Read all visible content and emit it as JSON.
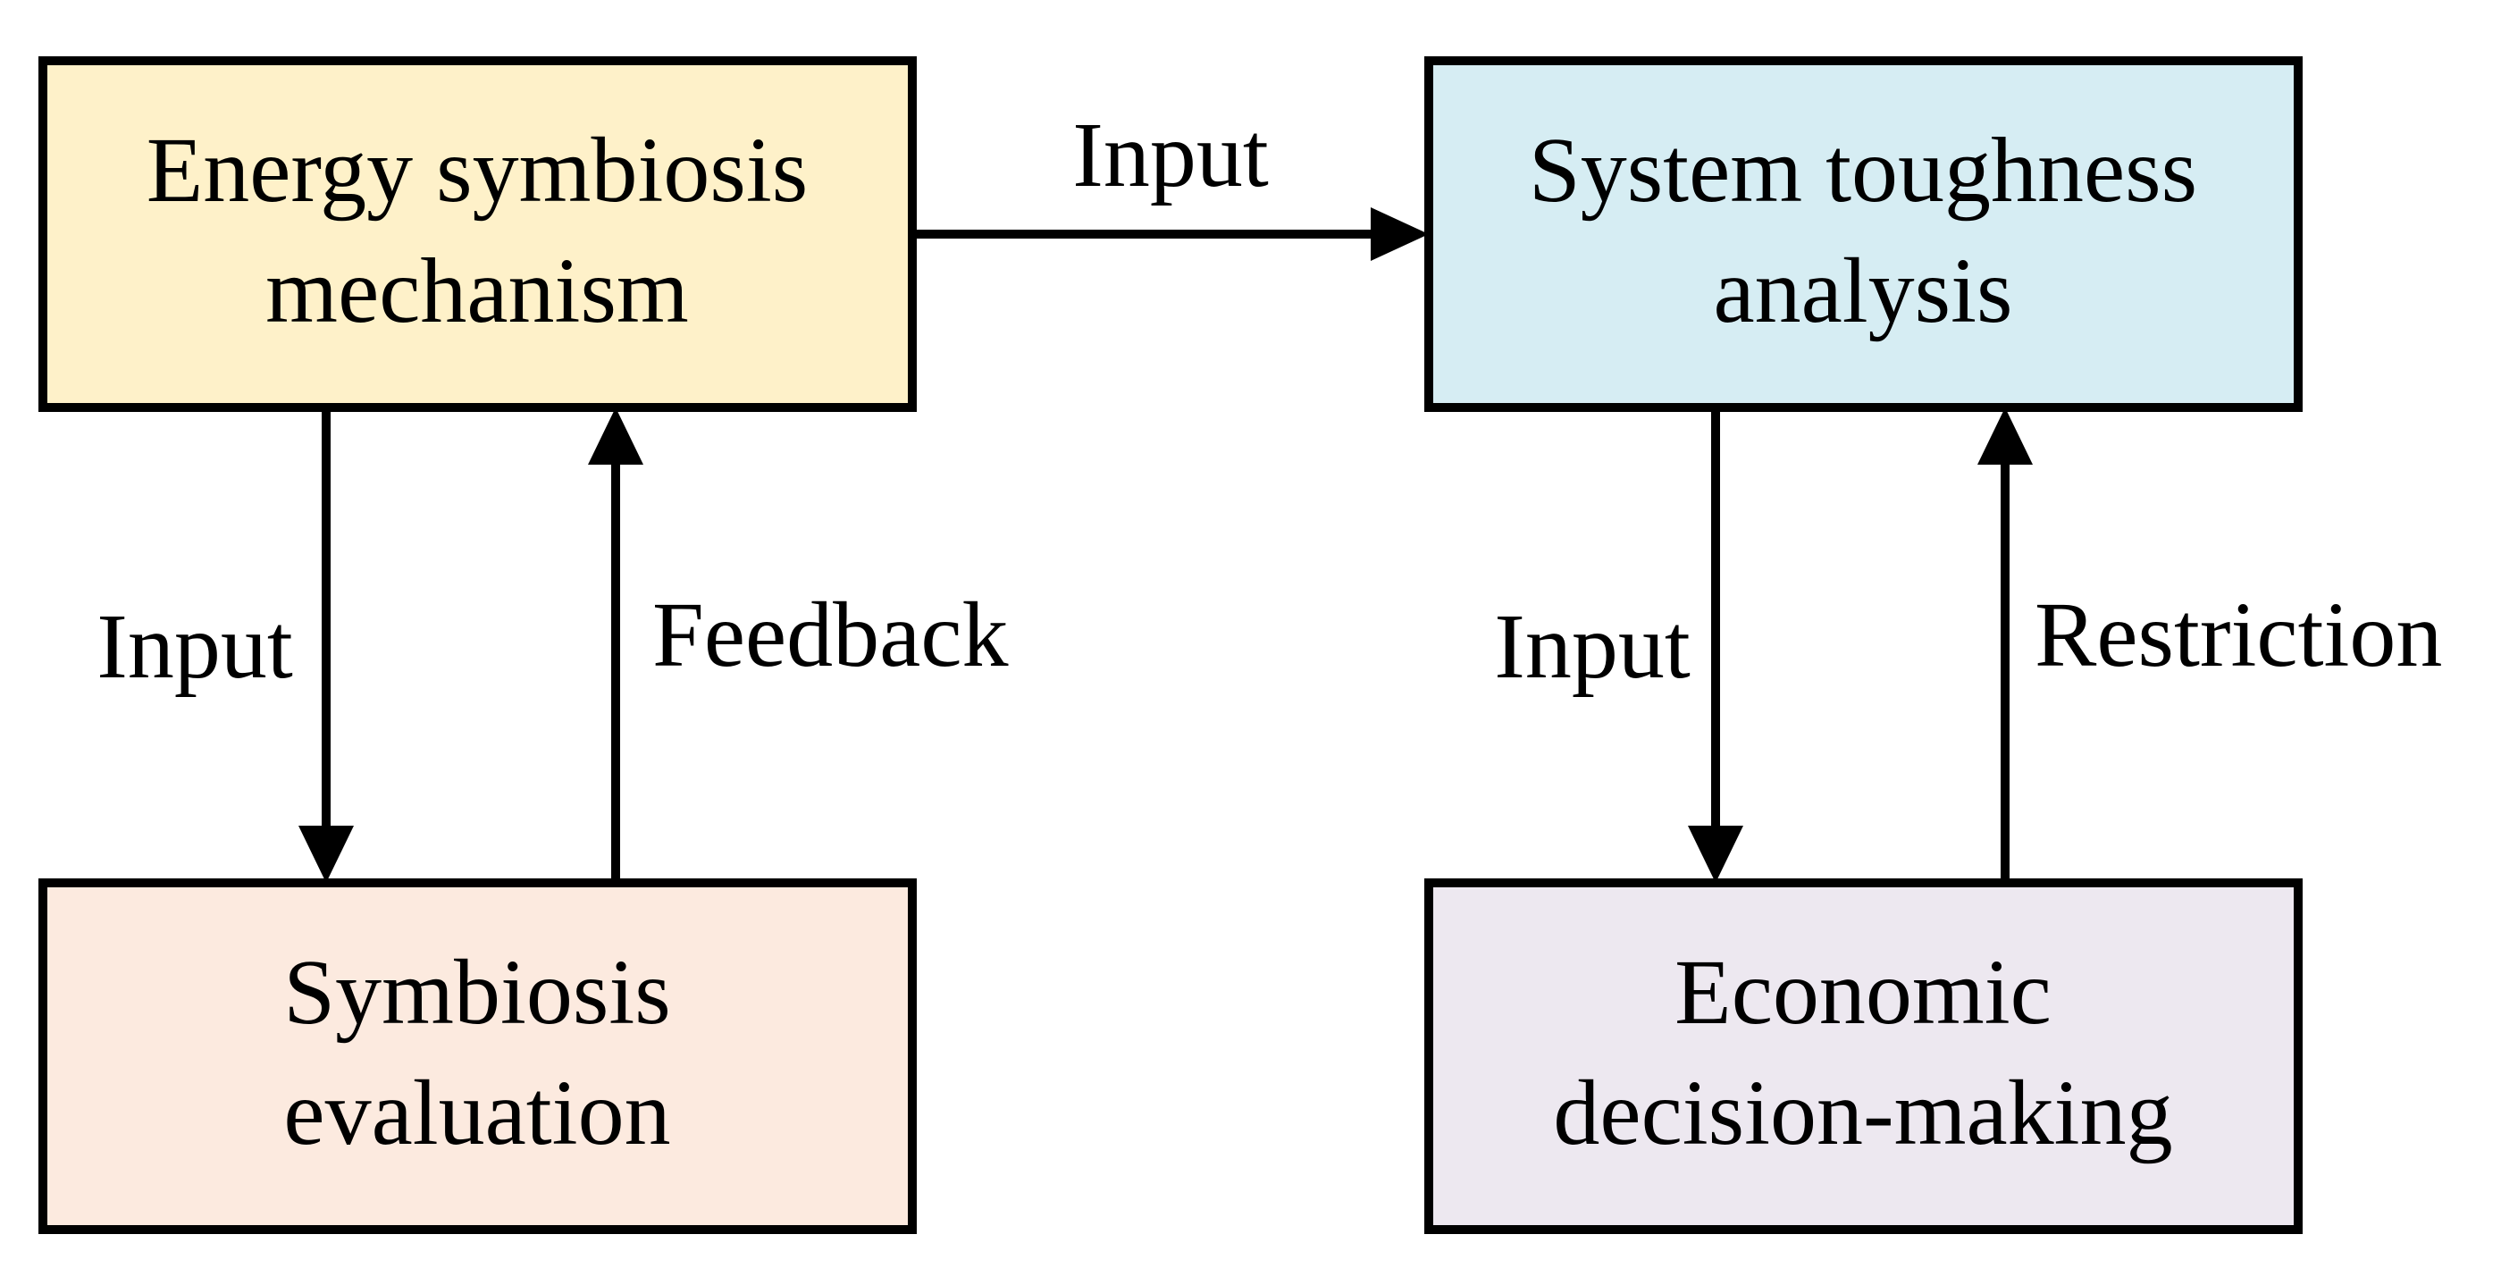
{
  "diagram": {
    "nodes": {
      "energy_symbiosis": {
        "lines": [
          "Energy symbiosis",
          "mechanism"
        ],
        "fill": "#FEF1C9"
      },
      "system_toughness": {
        "lines": [
          "System toughness",
          "analysis"
        ],
        "fill": "#D6EDF3"
      },
      "symbiosis_evaluation": {
        "lines": [
          "Symbiosis",
          "evaluation"
        ],
        "fill": "#FCEADF"
      },
      "economic_decision": {
        "lines": [
          "Economic",
          "decision-making"
        ],
        "fill": "#EDE8F0"
      }
    },
    "edges": {
      "energy_to_system": {
        "from": "energy_symbiosis",
        "to": "system_toughness",
        "label": "Input"
      },
      "energy_to_evaluation": {
        "from": "energy_symbiosis",
        "to": "symbiosis_evaluation",
        "label": "Input"
      },
      "evaluation_to_energy": {
        "from": "symbiosis_evaluation",
        "to": "energy_symbiosis",
        "label": "Feedback"
      },
      "system_to_economic": {
        "from": "system_toughness",
        "to": "economic_decision",
        "label": "Input"
      },
      "economic_to_system": {
        "from": "economic_decision",
        "to": "system_toughness",
        "label": "Restriction"
      }
    },
    "stroke_color": "#000000"
  }
}
